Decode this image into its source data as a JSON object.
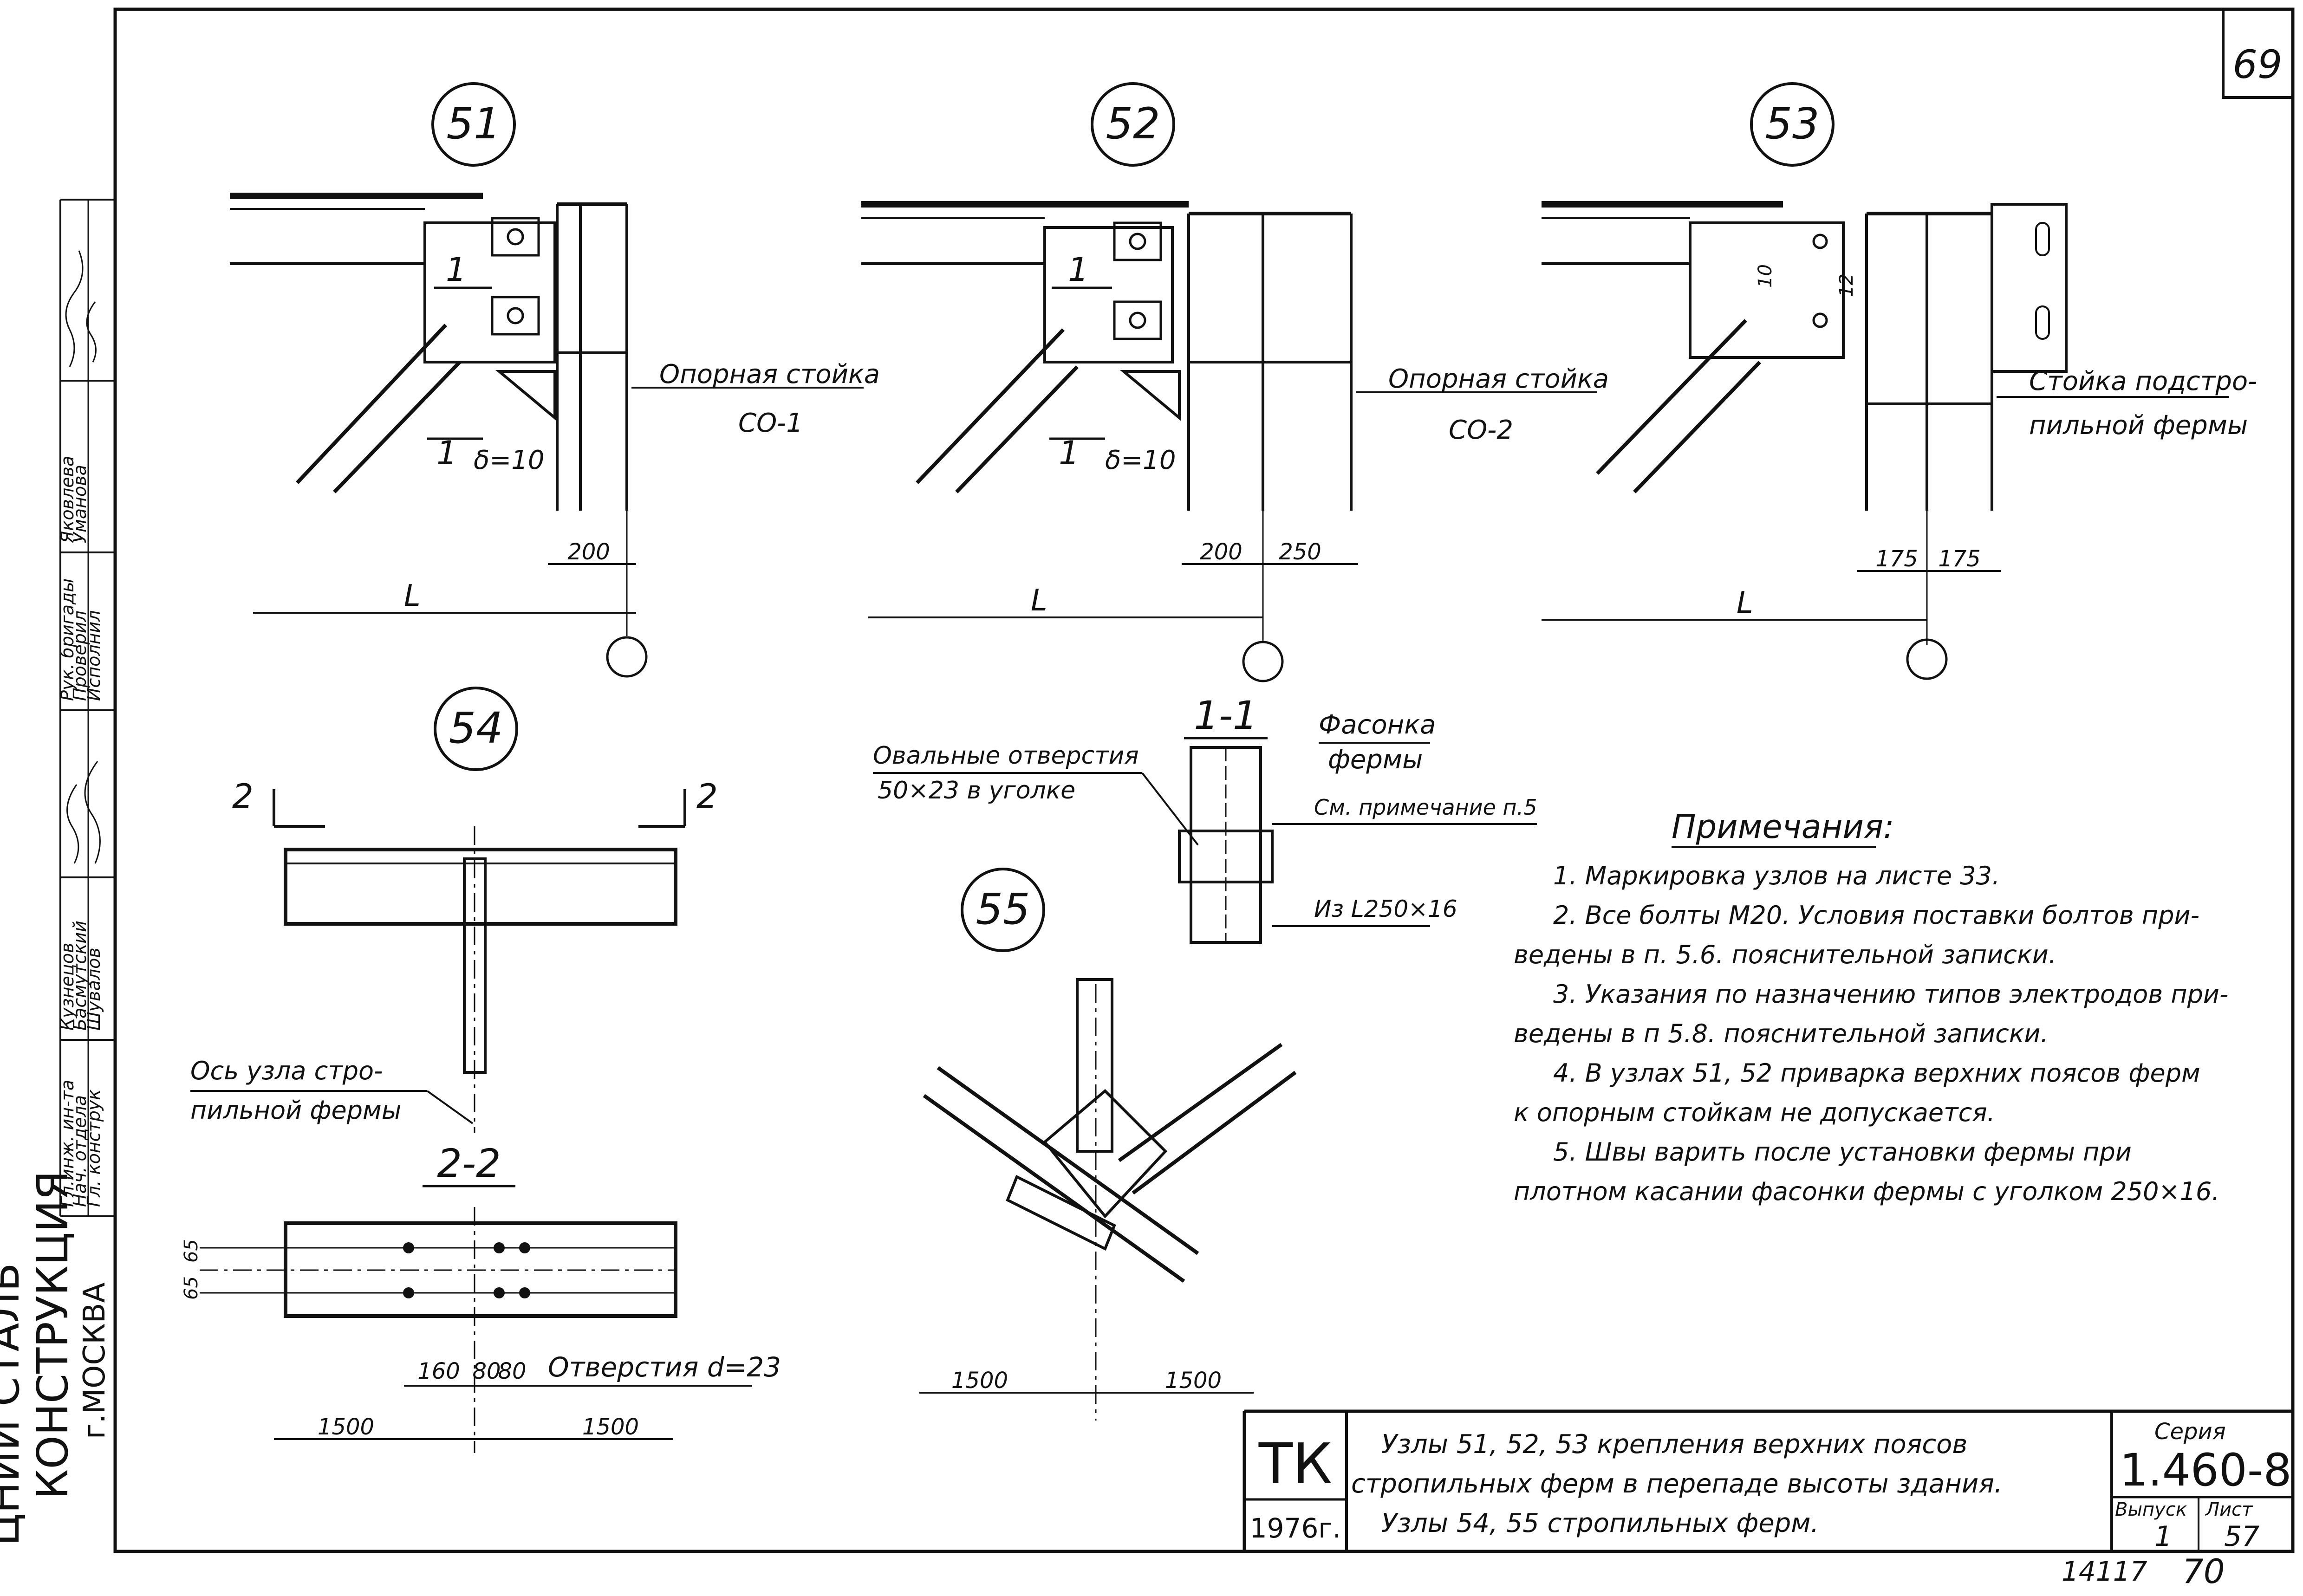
{
  "sheet": {
    "page_number": "69",
    "bottom_numbers": [
      "14117",
      "70"
    ]
  },
  "nodes": {
    "n51": {
      "id": "51",
      "label_line1": "Опорная стойка",
      "label_line2": "СО-1",
      "section_mark": "1",
      "plate": "δ=10",
      "dims": [
        "200"
      ],
      "span": "L"
    },
    "n52": {
      "id": "52",
      "label_line1": "Опорная стойка",
      "label_line2": "СО-2",
      "section_mark": "1",
      "plate": "δ=10",
      "dims": [
        "200",
        "250"
      ],
      "span": "L"
    },
    "n53": {
      "id": "53",
      "label_line1": "Стойка подстро-",
      "label_line2": "пильной фермы",
      "weld1": "10",
      "weld2": "12",
      "dims": [
        "175",
        "175"
      ],
      "span": "L"
    },
    "n54": {
      "id": "54",
      "cut_mark": "2",
      "axis_label_line1": "Ось узла стро-",
      "axis_label_line2": "пильной фермы",
      "section_title": "2-2",
      "left_dims": [
        "65",
        "65"
      ],
      "bolt_dims": [
        "160",
        "80",
        "80"
      ],
      "holes_label": "Отверстия d=23",
      "span_dims": [
        "1500",
        "1500"
      ]
    },
    "n55": {
      "id": "55",
      "span_dims": [
        "1500",
        "1500"
      ]
    },
    "section_1_1": {
      "title": "1-1",
      "gusset_line1": "Фасонка",
      "gusset_line2": "фермы",
      "oval_line1": "Овальные отверстия",
      "oval_line2": "50×23  в  уголке",
      "see_note": "См. примечание п.5",
      "angle": "Из L250×16"
    }
  },
  "notes": {
    "title": "Примечания:",
    "lines": [
      "1.   Маркировка  узлов  на  листе  33.",
      "2.   Все  болты  М20.  Условия  поставки  болтов  при-",
      "ведены  в  п.  5.6.  пояснительной  записки.",
      "3.   Указания  по  назначению  типов  электродов  при-",
      "ведены  в  п  5.8.  пояснительной  записки.",
      "4.   В  узлах  51, 52  приварка  верхних  поясов  ферм",
      "к  опорным   стойкам  не  допускается.",
      "5.   Швы  варить  после  установки  фермы  при",
      "плотном  касании  фасонки  фермы  с  уголком  250×16."
    ]
  },
  "side_stamp": {
    "rows": [
      {
        "role": "Гл.инж. ин-та",
        "name": "Кузнецов"
      },
      {
        "role": "Нач. отдела",
        "name": "Басмутский"
      },
      {
        "role": "Гл. конструк",
        "name": "Шувалов"
      },
      {
        "role": "Рук. бригады",
        "name": "Яковлева"
      },
      {
        "role": "Проверил",
        "name": "Уманова"
      },
      {
        "role": "Исполнил",
        "name": ""
      }
    ],
    "org_partial": "ЦНИИ СТАЛЬ",
    "org": "КОНСТРУКЦИЯ",
    "city": "г.МОСКВА"
  },
  "title_block": {
    "code": "ТК",
    "year": "1976г.",
    "title_line1": "Узлы  51, 52, 53  крепления   верхних   поясов",
    "title_line2": "стропильных  ферм  в перепаде  высоты  здания.",
    "title_line3": "Узлы  54, 55  стропильных   ферм.",
    "series_label": "Серия",
    "series": "1.460-8",
    "issue_label": "Выпуск",
    "issue": "1",
    "sheet_label": "Лист",
    "sheet": "57"
  }
}
